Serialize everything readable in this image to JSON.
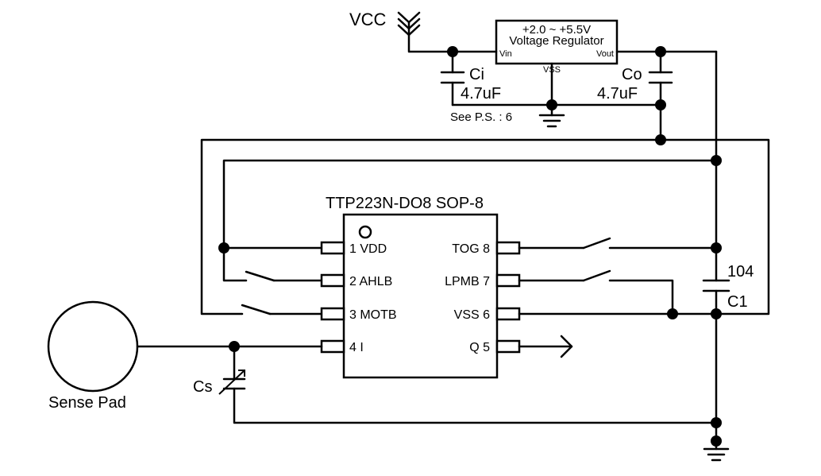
{
  "power": {
    "vcc": "VCC"
  },
  "regulator": {
    "range": "+2.0 ~ +5.5V",
    "name": "Voltage Regulator",
    "vin": "Vin",
    "vout": "Vout",
    "vss": "VSS"
  },
  "capacitors": {
    "ci": {
      "name": "Ci",
      "value": "4.7uF"
    },
    "co": {
      "name": "Co",
      "value": "4.7uF"
    },
    "c1": {
      "name": "C1",
      "value": "104"
    },
    "cs": {
      "name": "Cs"
    }
  },
  "note": "See P.S. : 6",
  "ic": {
    "title": "TTP223N-DO8 SOP-8",
    "pins_left": [
      "1 VDD",
      "2 AHLB",
      "3 MOTB",
      "4 I"
    ],
    "pins_right": [
      "TOG 8",
      "LPMB 7",
      "VSS 6",
      "Q 5"
    ]
  },
  "sense_pad": "Sense Pad"
}
